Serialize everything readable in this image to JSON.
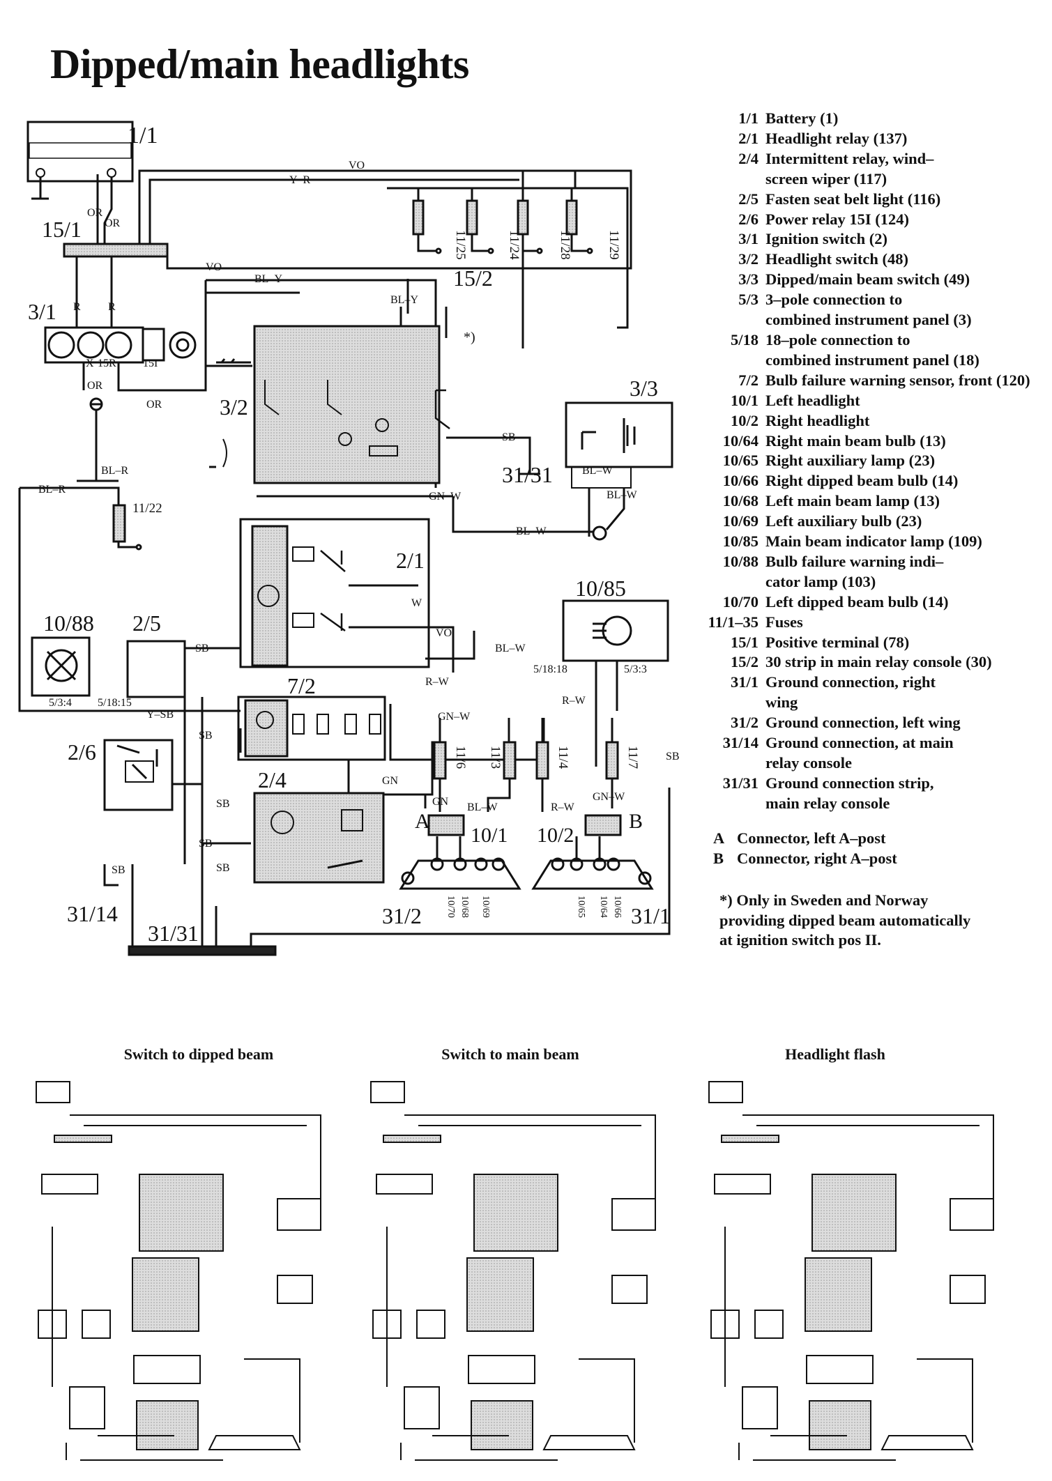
{
  "title": "Dipped/main headlights",
  "legend": [
    {
      "code": "1/1",
      "desc": "Battery (1)"
    },
    {
      "code": "2/1",
      "desc": "Headlight relay (137)"
    },
    {
      "code": "2/4",
      "desc": "Intermittent relay, wind–"
    },
    {
      "code": "",
      "desc": "screen wiper (117)"
    },
    {
      "code": "2/5",
      "desc": "Fasten seat belt light (116)"
    },
    {
      "code": "2/6",
      "desc": "Power relay 15I (124)"
    },
    {
      "code": "3/1",
      "desc": "Ignition switch (2)"
    },
    {
      "code": "3/2",
      "desc": "Headlight switch (48)"
    },
    {
      "code": "3/3",
      "desc": "Dipped/main beam switch (49)"
    },
    {
      "code": "5/3",
      "desc": "3–pole connection to"
    },
    {
      "code": "",
      "desc": "combined instrument panel (3)"
    },
    {
      "code": "5/18",
      "desc": "18–pole connection to"
    },
    {
      "code": "",
      "desc": "combined instrument panel (18)"
    },
    {
      "code": "7/2",
      "desc": "Bulb failure warning sensor, front (120)"
    },
    {
      "code": "10/1",
      "desc": "Left headlight"
    },
    {
      "code": "10/2",
      "desc": "Right headlight"
    },
    {
      "code": "10/64",
      "desc": "Right main beam bulb (13)"
    },
    {
      "code": "10/65",
      "desc": "Right auxiliary lamp (23)"
    },
    {
      "code": "10/66",
      "desc": "Right dipped beam bulb (14)"
    },
    {
      "code": "10/68",
      "desc": "Left main beam lamp (13)"
    },
    {
      "code": "10/69",
      "desc": "Left auxiliary bulb (23)"
    },
    {
      "code": "10/85",
      "desc": "Main beam indicator lamp (109)"
    },
    {
      "code": "10/88",
      "desc": "Bulb failure warning indi–"
    },
    {
      "code": "",
      "desc": "cator lamp (103)"
    },
    {
      "code": "10/70",
      "desc": "Left dipped beam bulb (14)"
    },
    {
      "code": "11/1–35",
      "desc": "Fuses"
    },
    {
      "code": "15/1",
      "desc": "Positive terminal (78)"
    },
    {
      "code": "15/2",
      "desc": "30 strip in main relay console (30)"
    },
    {
      "code": "31/1",
      "desc": "Ground connection, right"
    },
    {
      "code": "",
      "desc": "wing"
    },
    {
      "code": "31/2",
      "desc": "Ground connection, left wing"
    },
    {
      "code": "31/14",
      "desc": "Ground connection, at main"
    },
    {
      "code": "",
      "desc": "relay console"
    },
    {
      "code": "31/31",
      "desc": "Ground connection strip,"
    },
    {
      "code": "",
      "desc": "main relay console"
    }
  ],
  "connectors": [
    {
      "key": "A",
      "desc": "Connector, left A–post"
    },
    {
      "key": "B",
      "desc": "Connector, right A–post"
    }
  ],
  "note": [
    "*)  Only in Sweden and Norway",
    "providing dipped beam automatically",
    "at ignition switch pos II."
  ],
  "captions": [
    "Switch to dipped beam",
    "Switch to main beam",
    "Headlight flash"
  ],
  "diagram_labels": {
    "battery": "1/1",
    "pos_terminal": "15/1",
    "ign_switch": "3/1",
    "hl_switch": "3/2",
    "strip30": "15/2",
    "dm_switch": "3/3",
    "hl_relay": "2/1",
    "indicator": "10/85",
    "bulb_warn": "10/88",
    "seatbelt": "2/5",
    "power_relay": "2/6",
    "sensor": "7/2",
    "wiper_relay": "2/4",
    "gnd14": "31/14",
    "gnd31": "31/31",
    "gnd31b": "31/31",
    "gnd2": "31/2",
    "gnd1": "31/1",
    "left_hl": "10/1",
    "right_hl": "10/2",
    "conn_a": "A",
    "conn_b": "B",
    "star": "*)",
    "fuse_11_25": "11/25",
    "fuse_11_24": "11/24",
    "fuse_11_28": "11/28",
    "fuse_11_29": "11/29",
    "fuse_11_22": "11/22",
    "fuse_11_6": "11/6",
    "fuse_11_3": "11/3",
    "fuse_11_4": "11/4",
    "fuse_11_7": "11/7",
    "w_vo": "VO",
    "w_yr": "Y–R",
    "w_or": "OR",
    "w_r": "R",
    "w_bly": "BL–Y",
    "w_blr": "BL–R",
    "w_sb": "SB",
    "w_gnw": "GN–W",
    "w_blw": "BL–W",
    "w_w": "W",
    "w_rw": "R–W",
    "w_ysb": "Y–SB",
    "w_gn": "GN",
    "c_5_3_4": "5/3:4",
    "c_5_18_15": "5/18:15",
    "c_5_18_18": "5/18:18",
    "c_5_3_3": "5/3:3",
    "x_15r": "15R",
    "x_x": "X",
    "x_15i": "15I",
    "b_10_70": "10/70",
    "b_10_68": "10/68",
    "b_10_69": "10/69",
    "b_10_65": "10/65",
    "b_10_64": "10/64",
    "b_10_66": "10/66"
  }
}
